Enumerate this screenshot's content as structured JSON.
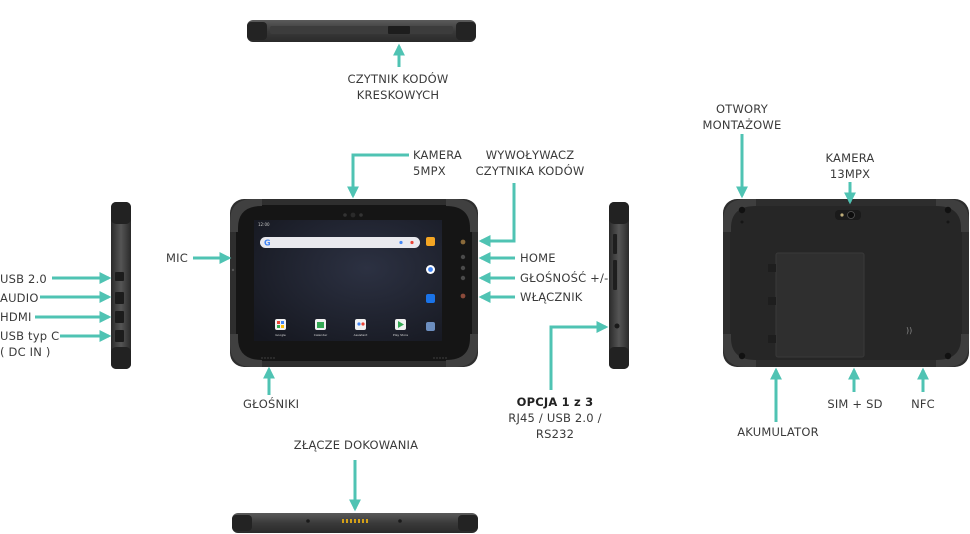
{
  "labels": {
    "barcode_reader": [
      "CZYTNIK KODÓW",
      "KRESKOWYCH"
    ],
    "camera_front": [
      "KAMERA",
      "5MPX"
    ],
    "barcode_trigger": [
      "WYWOŁYWACZ",
      "CZYTNIKA KODÓW"
    ],
    "mic": "MIC",
    "usb2": "USB 2.0",
    "audio": "AUDIO",
    "hdmi": "HDMI",
    "usbc": [
      "USB typ C",
      "( DC IN )"
    ],
    "home": "HOME",
    "volume": "GŁOŚNOŚĆ +/-",
    "power": "WŁĄCZNIK",
    "speakers": "GŁOŚNIKI",
    "option_title": "OPCJA 1 z 3",
    "option_lines": [
      "RJ45 / USB 2.0 /",
      "RS232"
    ],
    "docking": "ZŁĄCZE DOKOWANIA",
    "mounting_holes": [
      "OTWORY",
      "MONTAŻOWE"
    ],
    "camera_rear": [
      "KAMERA",
      "13MPX"
    ],
    "battery": "AKUMULATOR",
    "sim_sd": "SIM + SD",
    "nfc": "NFC"
  },
  "screen": {
    "apps": [
      "Google",
      "Calendar",
      "Assistant",
      "Play Store"
    ]
  },
  "colors": {
    "arrow": "#4fc3b3",
    "device_dark": "#2b2b2b",
    "device_mid": "#474747",
    "screen_bg": "#1c1f2b"
  }
}
